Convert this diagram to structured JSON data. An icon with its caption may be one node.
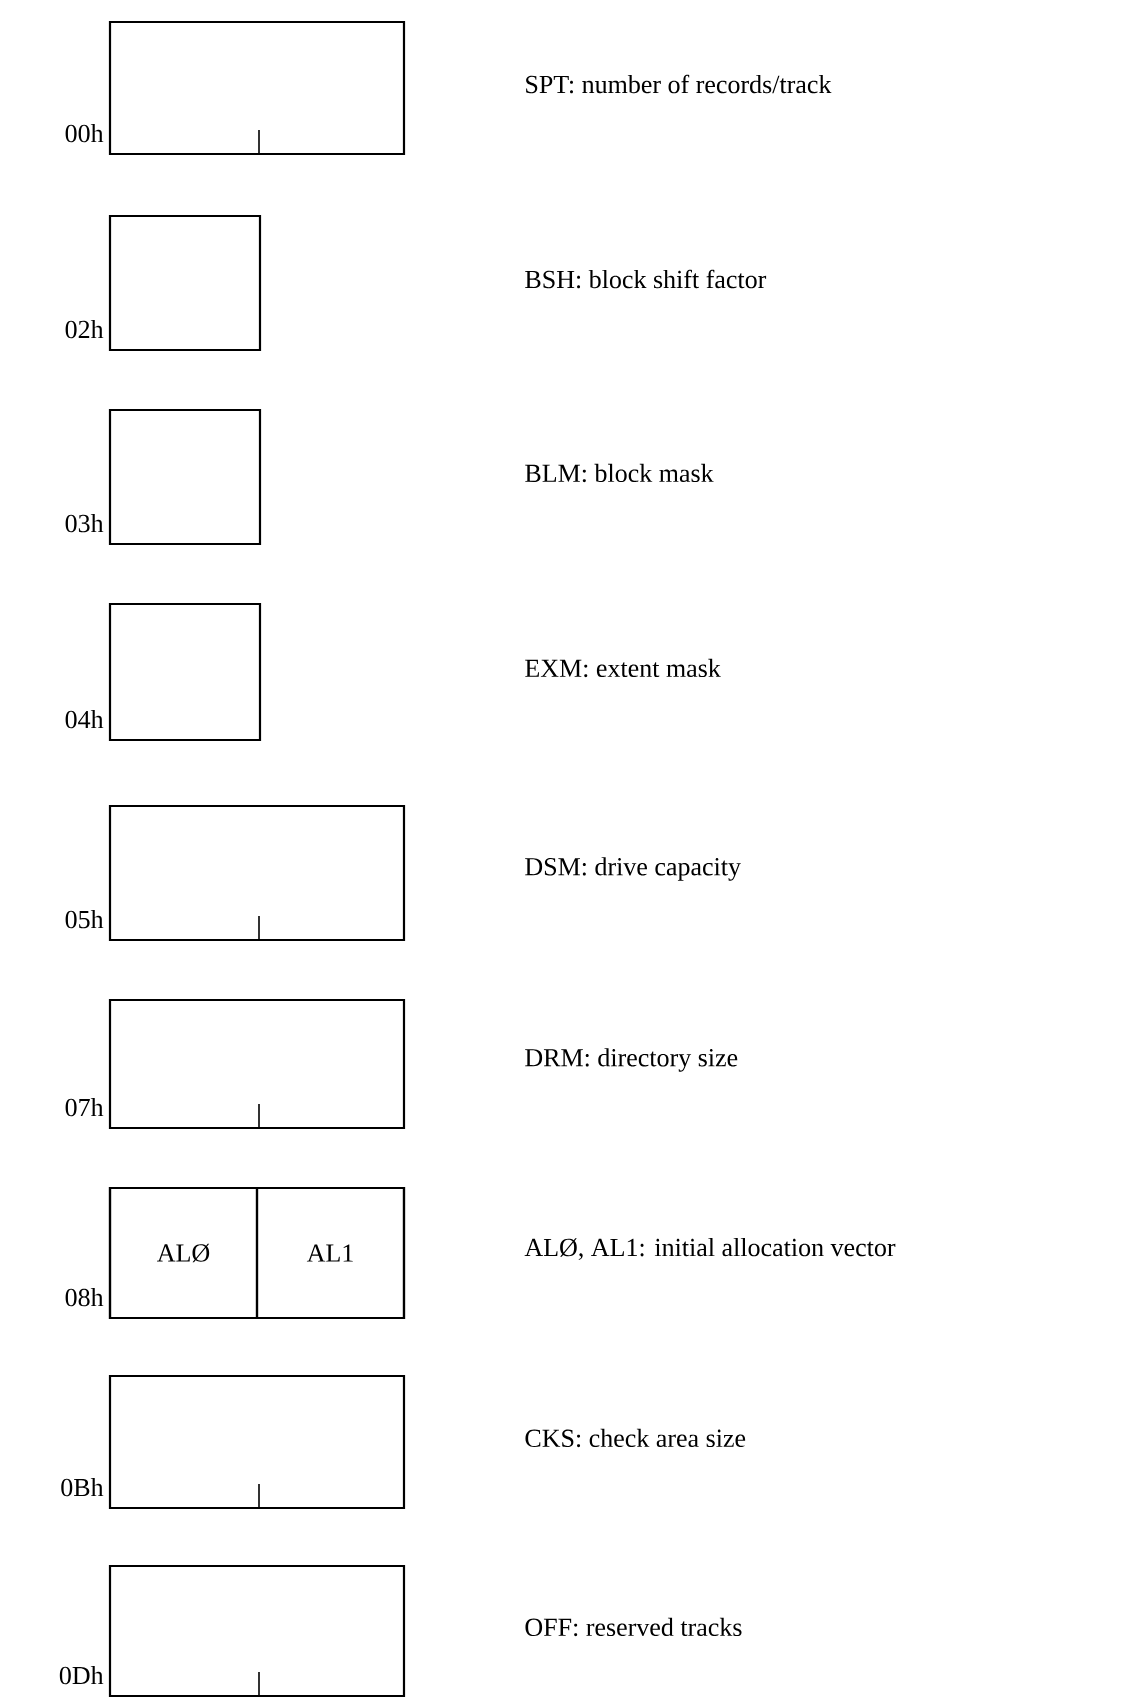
{
  "diagram": {
    "nodes": [
      {
        "text": [],
        "shape": "box",
        "beside": [
          "00h"
        ]
      },
      {
        "text": [],
        "shape": "box",
        "beside": [
          "02h"
        ]
      },
      {
        "text": [],
        "shape": "box",
        "beside": [
          "03h"
        ]
      },
      {
        "text": [],
        "shape": "box",
        "beside": [
          "04h"
        ]
      },
      {
        "text": [],
        "shape": "box",
        "beside": [
          "05h"
        ]
      },
      {
        "text": [],
        "shape": "box",
        "beside": [
          "07h"
        ]
      },
      {
        "text": [],
        "shape": "box",
        "beside": [
          "08h"
        ]
      },
      {
        "text": [
          "ALØ"
        ],
        "in": 6
      },
      {
        "text": [
          "AL1"
        ],
        "in": 6
      },
      {
        "text": [],
        "shape": "box",
        "beside": [
          "0Bh"
        ]
      },
      {
        "text": [],
        "shape": "box",
        "beside": [
          "0Dh"
        ]
      }
    ],
    "labels": [
      "SPT: number of records/track",
      "BSH: block shift factor",
      "BLM: block mask",
      "EXM: extent mask",
      "DSM: drive capacity",
      "DRM: directory size",
      "ALØ, AL1: initial allocation vector",
      "CKS: check area size",
      "OFF: reserved tracks"
    ]
  }
}
